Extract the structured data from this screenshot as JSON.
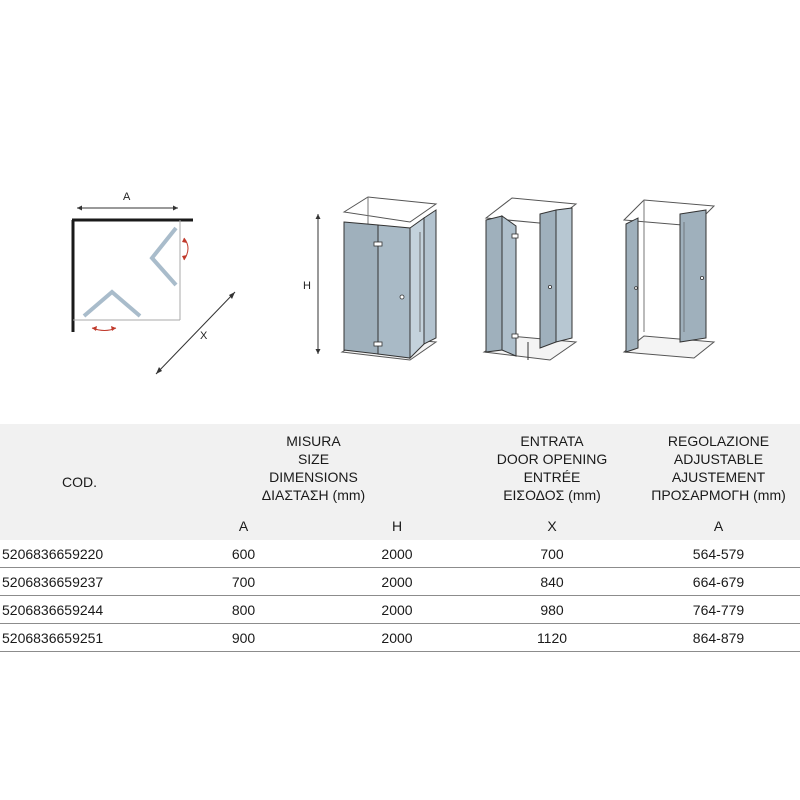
{
  "diagram": {
    "label_a": "A",
    "label_x": "X",
    "label_h": "H"
  },
  "table": {
    "cod_label": "COD.",
    "groups": [
      {
        "lines": [
          "MISURA",
          "SIZE",
          "DIMENSIONS",
          "ΔΙΑΣΤΑΣΗ (mm)"
        ]
      },
      {
        "lines": [
          "ENTRATA",
          "DOOR OPENING",
          "ENTRÉE",
          "ΕΙΣΟΔΟΣ (mm)"
        ]
      },
      {
        "lines": [
          "REGOLAZIONE",
          "ADJUSTABLE",
          "AJUSTEMENT",
          "ΠΡΟΣΑΡΜΟΓΗ (mm)"
        ]
      }
    ],
    "sub_headers": [
      "A",
      "H",
      "X",
      "A"
    ],
    "rows": [
      {
        "code": "5206836659220",
        "a": "600",
        "h": "2000",
        "x": "700",
        "adj": "564-579"
      },
      {
        "code": "5206836659237",
        "a": "700",
        "h": "2000",
        "x": "840",
        "adj": "664-679"
      },
      {
        "code": "5206836659244",
        "a": "800",
        "h": "2000",
        "x": "980",
        "adj": "764-779"
      },
      {
        "code": "5206836659251",
        "a": "900",
        "h": "2000",
        "x": "1120",
        "adj": "864-879"
      }
    ]
  },
  "colors": {
    "glass": "#9fb0bc",
    "glass_light": "#c4d2dc",
    "wall": "#1a1a1a",
    "arrow_red": "#c0392b",
    "header_bg": "#f1f1f1"
  }
}
